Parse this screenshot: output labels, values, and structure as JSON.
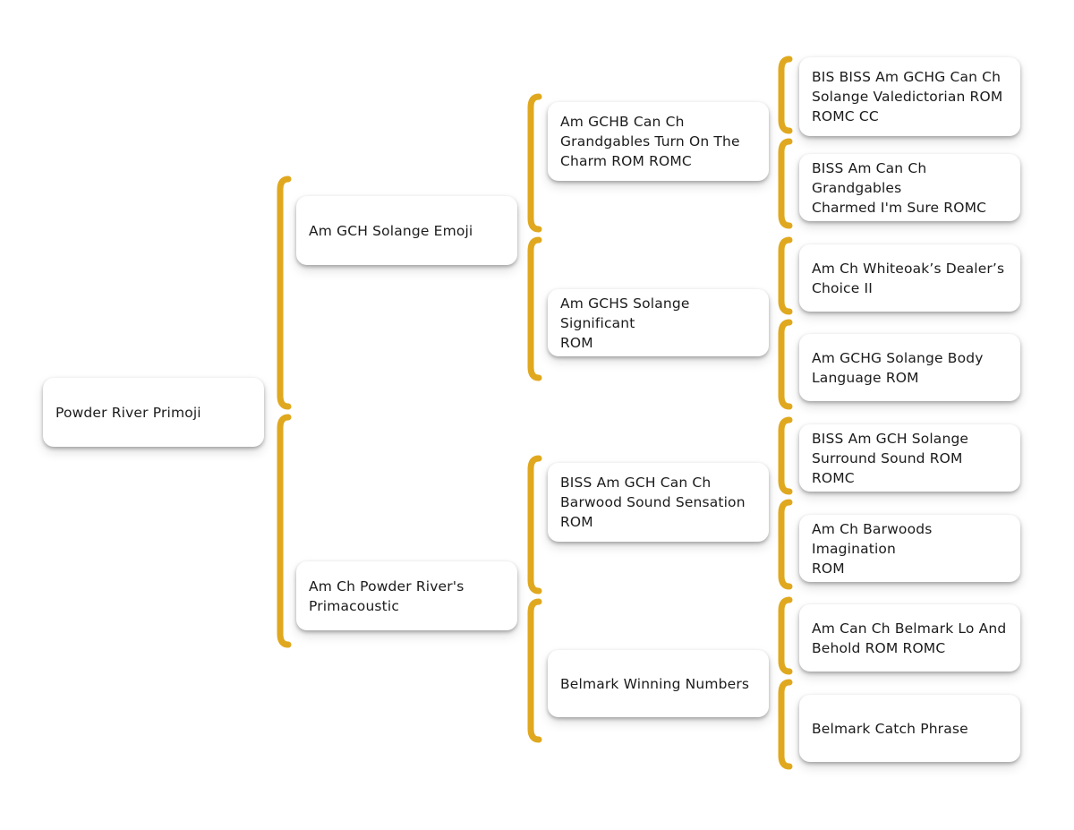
{
  "diagram": {
    "type": "pedigree-tree",
    "orientation": "left-to-right",
    "background_color": "#ffffff",
    "connector_color": "#e0a81e",
    "node_background": "#ffffff",
    "node_text_color": "#1b1b1b",
    "generations": 4
  },
  "nodes": {
    "root": {
      "label": "Powder River Primoji",
      "generation": 1
    },
    "gen2": [
      {
        "label": "Am GCH Solange Emoji"
      },
      {
        "label": "Am Ch Powder River's\nPrimacoustic"
      }
    ],
    "gen3": [
      {
        "label": "Am GCHB Can Ch\nGrandgables Turn On The\nCharm ROM ROMC"
      },
      {
        "label": "Am GCHS Solange Significant\nROM"
      },
      {
        "label": "BISS Am GCH Can Ch\nBarwood Sound Sensation\nROM"
      },
      {
        "label": "Belmark Winning Numbers"
      }
    ],
    "gen4": [
      {
        "label": "BIS BISS Am GCHG Can Ch\nSolange Valedictorian ROM\nROMC CC"
      },
      {
        "label": "BISS Am Can Ch Grandgables\nCharmed I'm Sure ROMC"
      },
      {
        "label": "Am Ch Whiteoak’s Dealer’s\nChoice II"
      },
      {
        "label": "Am GCHG Solange Body\nLanguage ROM"
      },
      {
        "label": "BISS Am GCH Solange\nSurround Sound ROM ROMC"
      },
      {
        "label": "Am Ch Barwoods Imagination\nROM"
      },
      {
        "label": "Am Can Ch Belmark Lo And\nBehold ROM ROMC"
      },
      {
        "label": "Belmark Catch Phrase"
      }
    ]
  }
}
